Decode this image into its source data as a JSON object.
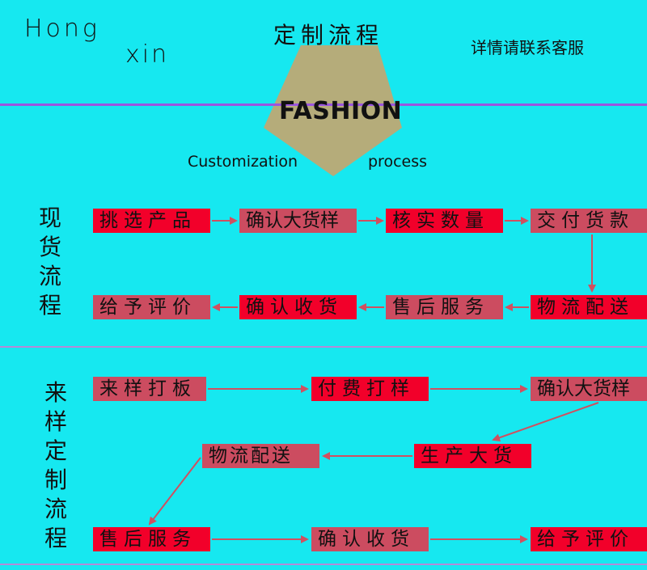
{
  "brand": {
    "line1": "Hong",
    "line2": "xin"
  },
  "header": {
    "title": "定制流程",
    "contact": "详情请联系客服"
  },
  "emblem": {
    "word": "FASHION",
    "left_text": "Customization",
    "right_text": "process"
  },
  "section1": {
    "label": "现货流程",
    "steps": [
      "挑选产品",
      "确认大货样",
      "核实数量",
      "交付货款",
      "物流配送",
      "售后服务",
      "确认收货",
      "给予评价"
    ]
  },
  "section2": {
    "label": "来样定制流程",
    "steps": [
      "来样打板",
      "付费打样",
      "确认大货样",
      "生产大货",
      "物流配送",
      "售后服务",
      "确认收货",
      "给予评价"
    ]
  },
  "colors": {
    "background": "#16e8f0",
    "step_red": "#f2002a",
    "step_rose": "#cc4c60",
    "arrow": "#d05060",
    "divider": "#9b55e0",
    "emblem": "#b5ac7a"
  }
}
